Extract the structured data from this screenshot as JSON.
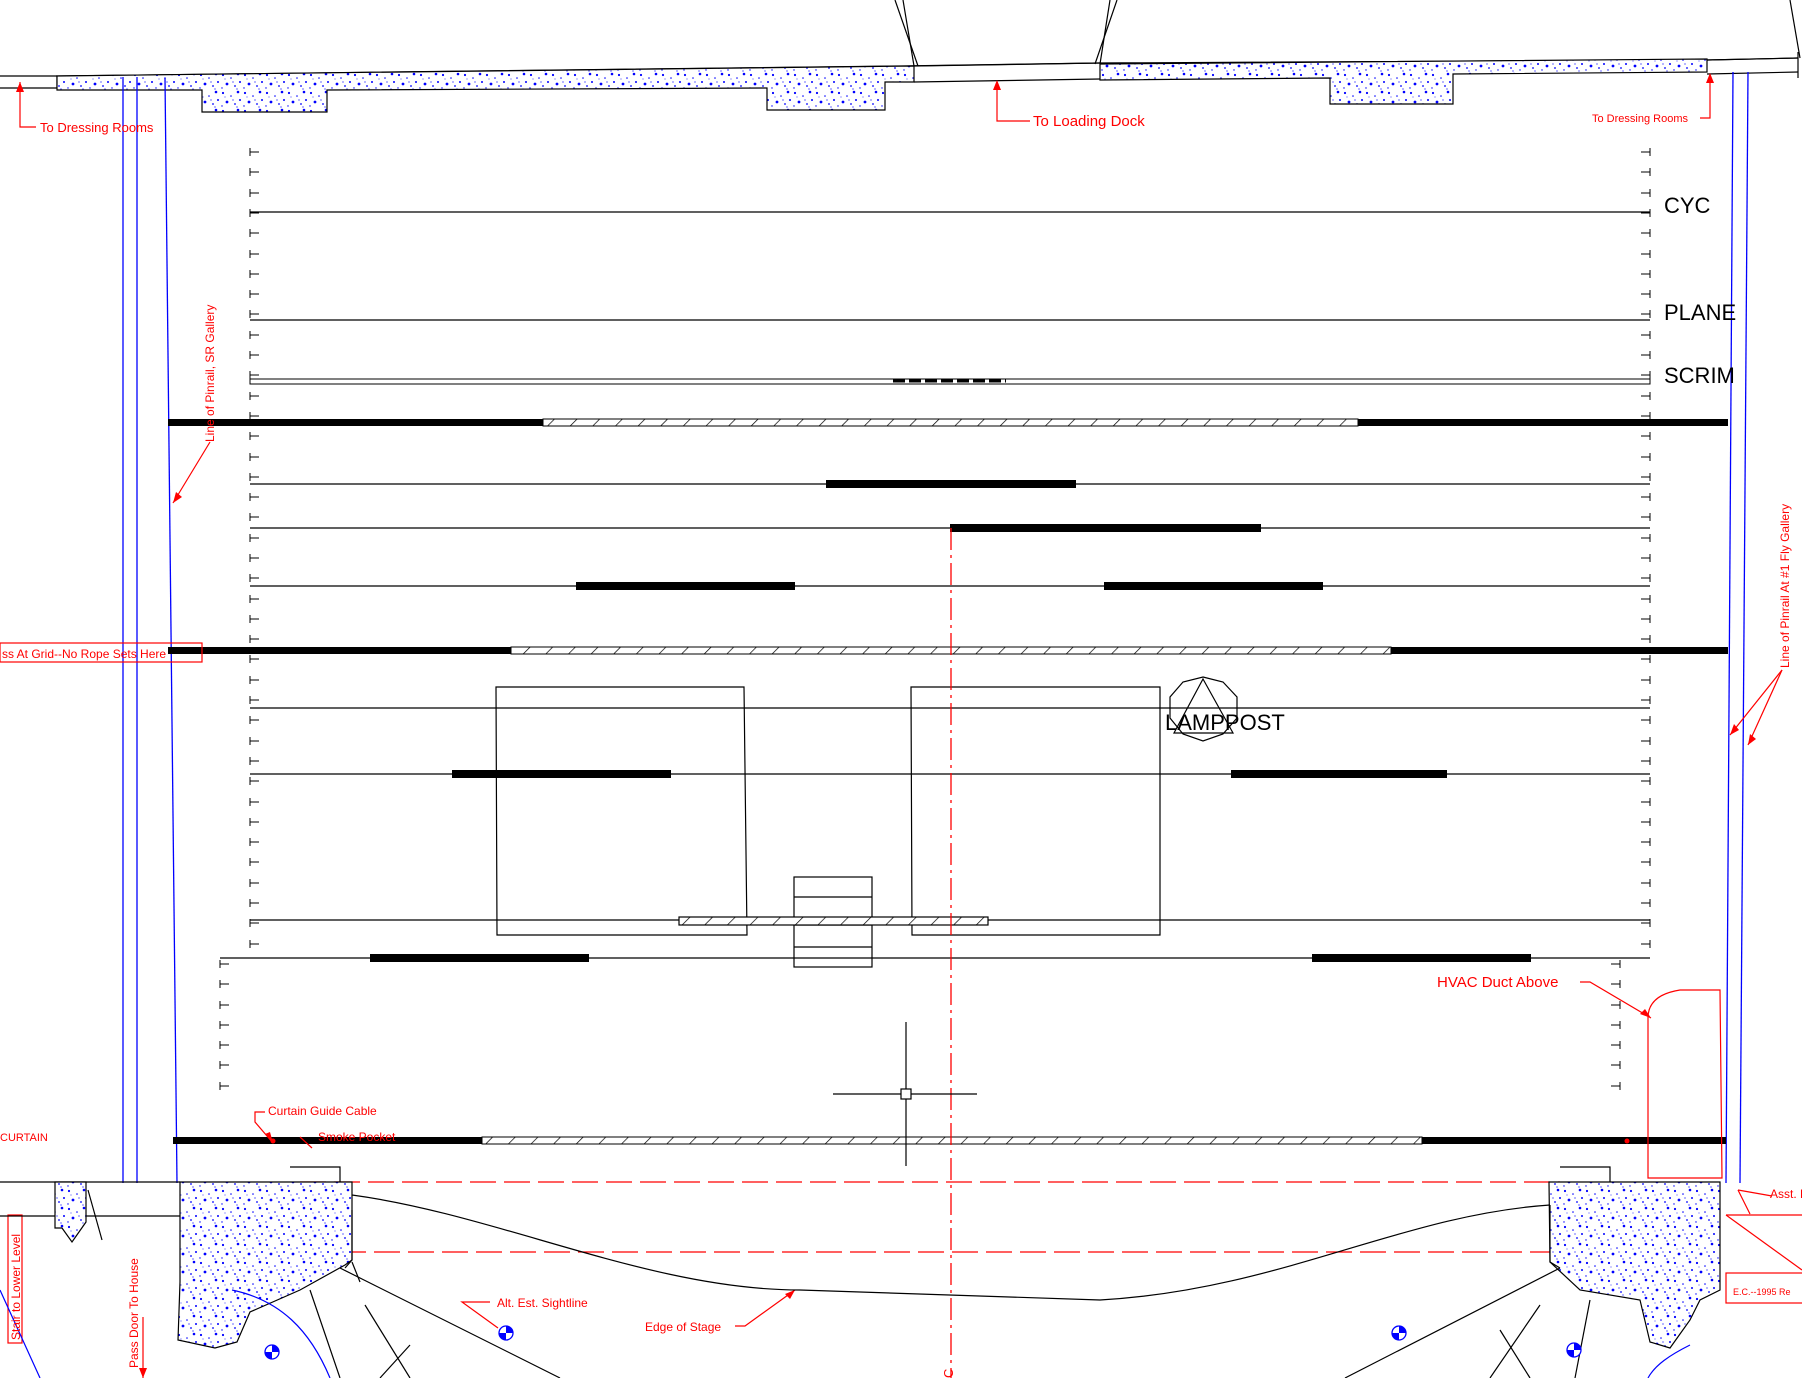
{
  "notes": {
    "to_dressing_rooms_left": "To Dressing Rooms",
    "to_loading_dock": "To Loading Dock",
    "to_dressing_rooms_right": "To Dressing Rooms",
    "pinrail_sr_gallery": "Line of Pinrail, SR Gallery",
    "pinrail_a1_fly_gallery": "Line of Pinrail At #1 Fly Gallery",
    "pass_at_grid": "ss At Grid--No Rope Sets Here",
    "hvac_duct": "HVAC Duct Above",
    "curtain_guide_cable": "Curtain Guide Cable",
    "smoke_pocket": "Smoke Pocket",
    "curtain_edge": "CURTAIN",
    "stair_lower_level": "Stair to Lower Level",
    "pass_door_house": "Pass Door To House",
    "alt_sightline": "Alt. Est. Sightline",
    "edge_of_stage": "Edge of Stage",
    "asst_equip": "Asst. Equip",
    "ec_note": "E.C.--1995 Re",
    "centerline_mark": "C"
  },
  "labels": {
    "cyc": "CYC",
    "plane": "PLANE",
    "scrim": "SCRIM",
    "lampost": "LAMPPOST"
  },
  "colors": {
    "annotation": "#ff0000",
    "walls": "#0000ff",
    "linework": "#000000",
    "background": "#ffffff"
  }
}
